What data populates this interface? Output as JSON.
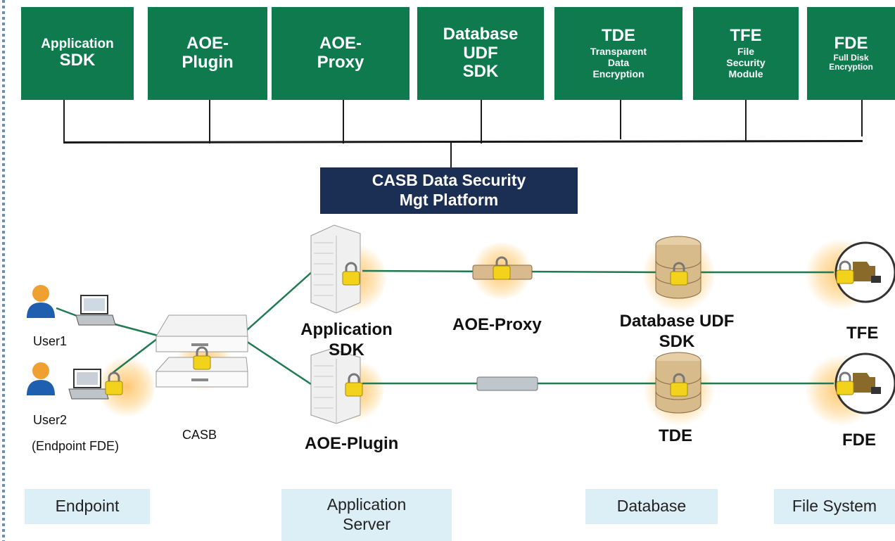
{
  "modules": [
    {
      "lines": [
        "Application",
        "SDK"
      ]
    },
    {
      "lines": [
        "AOE-",
        "Plugin"
      ]
    },
    {
      "lines": [
        "AOE-",
        "Proxy"
      ]
    },
    {
      "lines": [
        "Database",
        "UDF",
        "SDK"
      ]
    },
    {
      "title": "TDE",
      "sub": [
        "Transparent",
        "Data",
        "Encryption"
      ]
    },
    {
      "title": "TFE",
      "sub": [
        "File",
        "Security",
        "Module"
      ]
    },
    {
      "title": "FDE",
      "sub": [
        "Full Disk",
        "Encryption"
      ]
    }
  ],
  "platform": {
    "line1": "CASB Data Security",
    "line2": "Mgt Platform"
  },
  "nodes": {
    "user1": "User1",
    "user2": "User2",
    "user2_note": "(Endpoint FDE)",
    "casb": "CASB",
    "app_sdk": "Application SDK",
    "aoe_plugin": "AOE-Plugin",
    "aoe_proxy": "AOE-Proxy",
    "db_udf_sdk": "Database UDF SDK",
    "tde": "TDE",
    "tfe": "TFE",
    "fde": "FDE"
  },
  "tiers": {
    "endpoint": "Endpoint",
    "app_server": "Application Server",
    "database": "Database",
    "file_system": "File System"
  },
  "colors": {
    "module_green": "#0e7a4e",
    "platform_navy": "#1b2e54",
    "link_green": "#1f7a52",
    "tier_bg": "#ddeff6",
    "lock_yellow": "#f2d21a"
  }
}
